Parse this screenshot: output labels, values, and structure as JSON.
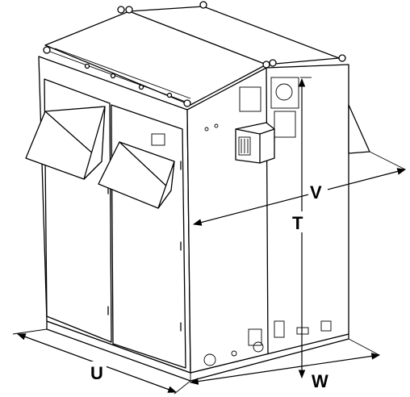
{
  "labels": {
    "u": "U",
    "v": "V",
    "t": "T",
    "w": "W"
  }
}
